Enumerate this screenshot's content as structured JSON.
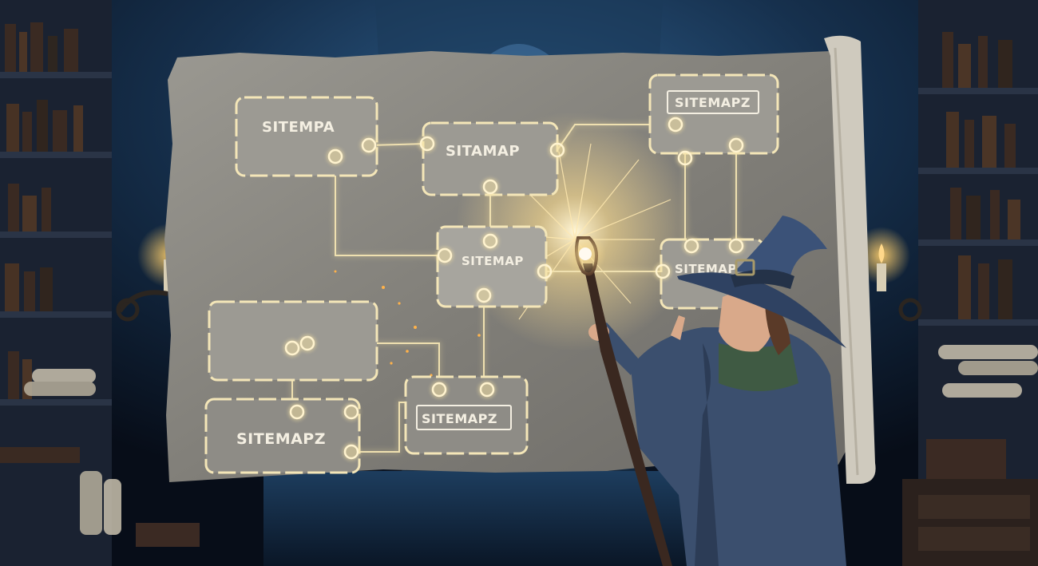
{
  "scene": {
    "description_title": "",
    "colors": {
      "background": "#0b1424",
      "parchment": "#8f8d86",
      "glow": "#f7e3a3",
      "node_fill": "#9c9a93",
      "robe": "#3b4f6e"
    }
  },
  "sitemap": {
    "nodes": [
      {
        "id": "n1",
        "label": "SITEMPA",
        "boxed": false
      },
      {
        "id": "n2",
        "label": "SITAMAP",
        "boxed": false
      },
      {
        "id": "n3",
        "label": "SITEMAPZ",
        "boxed": true
      },
      {
        "id": "n4",
        "label": "SITEMAP",
        "boxed": false
      },
      {
        "id": "n5",
        "label": "SITEMAP",
        "boxed": false
      },
      {
        "id": "n6",
        "label": "",
        "boxed": false
      },
      {
        "id": "n7",
        "label": "SITEMAPZ",
        "boxed": false
      },
      {
        "id": "n8",
        "label": "SITEMAPZ",
        "boxed": true
      }
    ]
  },
  "icons": {
    "staff": "magic-staff-icon",
    "hat": "wizard-hat-icon",
    "candle": "candle-icon"
  }
}
